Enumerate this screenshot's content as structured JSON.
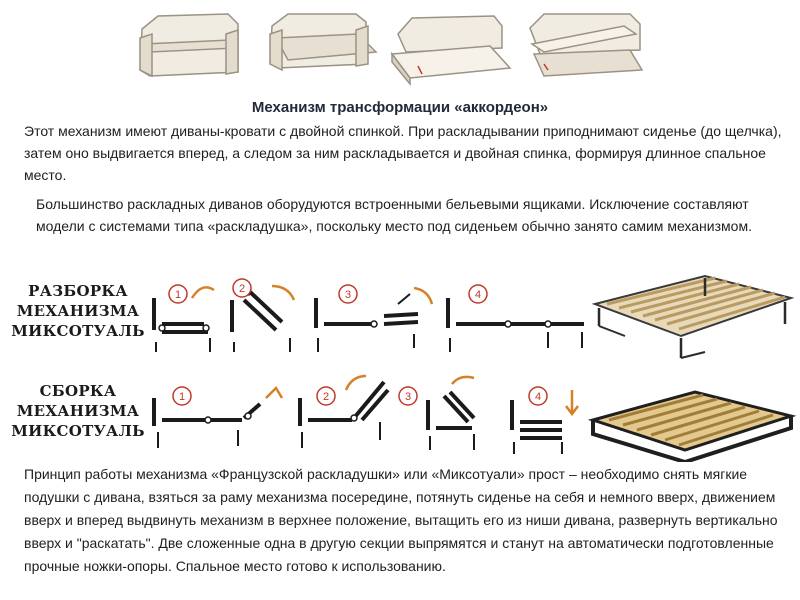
{
  "title": "Механизм трансформации «аккордеон»",
  "paragraph1": "Этот механизм имеют диваны-кровати с двойной спинкой. При раскладывании приподнимают сиденье (до щелчка), затем оно выдвигается вперед, а следом за ним раскладывается и двойная спинка, формируя длинное спальное место.",
  "paragraph2": "Большинство раскладных диванов оборудуются встроенными бельевыми ящиками. Исключение составляют модели с системами типа «раскладушка», поскольку место под сиденьем обычно занято самим механизмом.",
  "label_unfold": "РАЗБОРКА МЕХАНИЗМА МИКСОТУАЛЬ",
  "label_fold": "СБОРКА МЕХАНИЗМА МИКСОТУАЛЬ",
  "steps_unfold": [
    "1",
    "2",
    "3",
    "4"
  ],
  "steps_fold": [
    "1",
    "2",
    "3",
    "4"
  ],
  "paragraph3": "Принцип работы механизма «Французской раскладушки» или «Миксотуали» прост – необходимо снять мягкие подушки с дивана, взяться за раму механизма посередине, потянуть сиденье на себя и немного вверх, движением вверх и вперед выдвинуть механизм в верхнее положение, вытащить его из ниши дивана, развернуть вертикально вверх и \"раскатать\". Две сложенные одна в другую секции выпрямятся и станут на автоматически подготовленные прочные ножки-опоры. Спальное место готово к использованию.",
  "colors": {
    "sofa": "#f1ece2",
    "sofa_stroke": "#9a9284",
    "accent": "#d4812a",
    "step_circle": "#c0392b",
    "text": "#1f1f1f"
  }
}
